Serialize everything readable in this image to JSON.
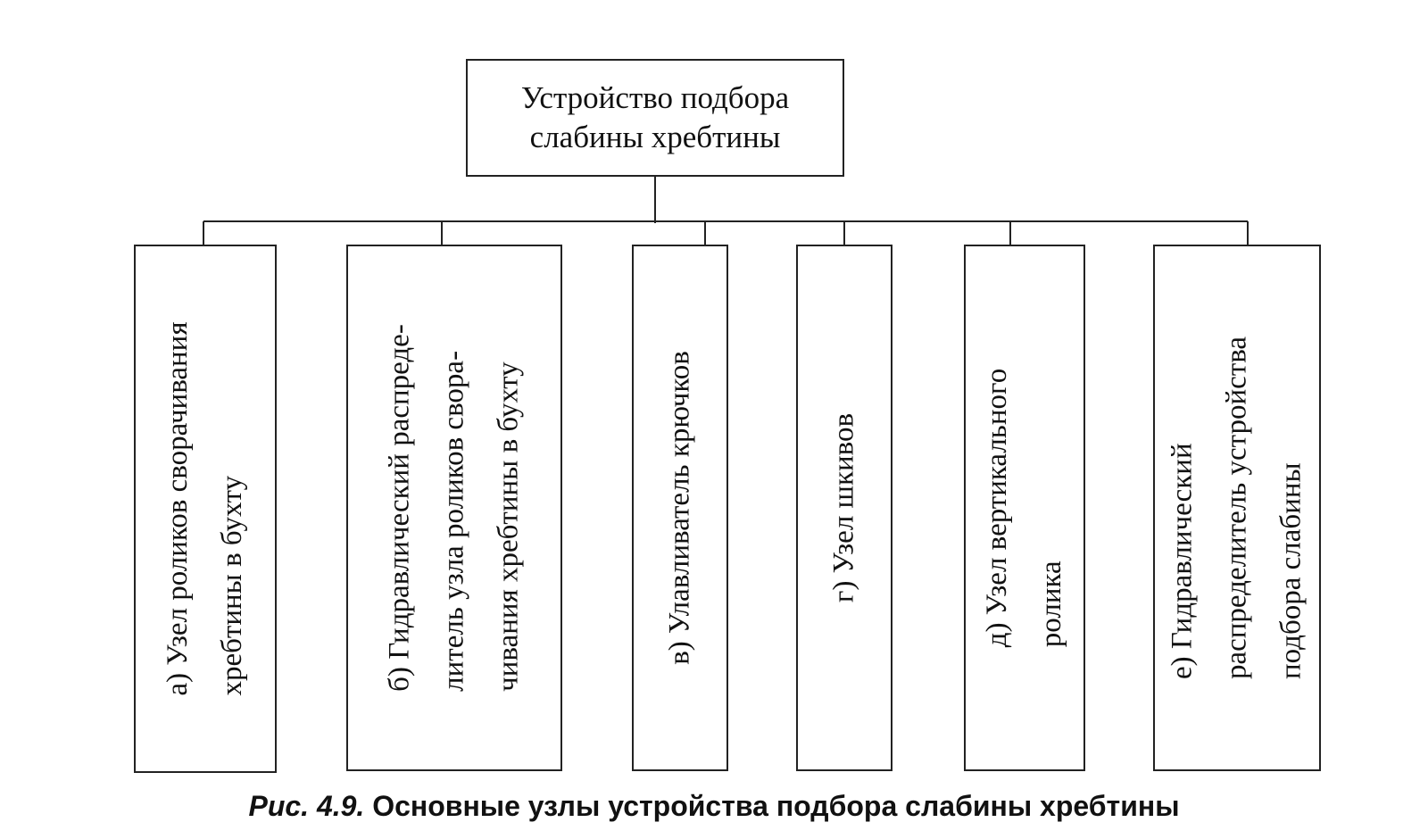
{
  "root": {
    "lines": [
      "Устройство подбора",
      "слабины хребтины"
    ]
  },
  "children": [
    {
      "id": "a",
      "lines": [
        "а) Узел роликов сворачивания",
        "хребтины в бухту"
      ]
    },
    {
      "id": "b",
      "lines": [
        "б) Гидравлический распреде-",
        "литель узла роликов свора-",
        "чивания хребтины в бухту"
      ]
    },
    {
      "id": "v",
      "lines": [
        "в) Улавливатель крючков"
      ]
    },
    {
      "id": "g",
      "lines": [
        "г) Узел шкивов"
      ]
    },
    {
      "id": "d",
      "lines": [
        "д) Узел вертикального",
        "ролика"
      ]
    },
    {
      "id": "e",
      "lines": [
        "е) Гидравлический",
        "распределитель устройства",
        "подбора слабины"
      ]
    }
  ],
  "caption": {
    "label": "Рис. 4.9.",
    "text": "Основные узлы устройства подбора слабины хребтины"
  },
  "colors": {
    "line": "#222222",
    "background": "#ffffff",
    "text": "#111111"
  }
}
